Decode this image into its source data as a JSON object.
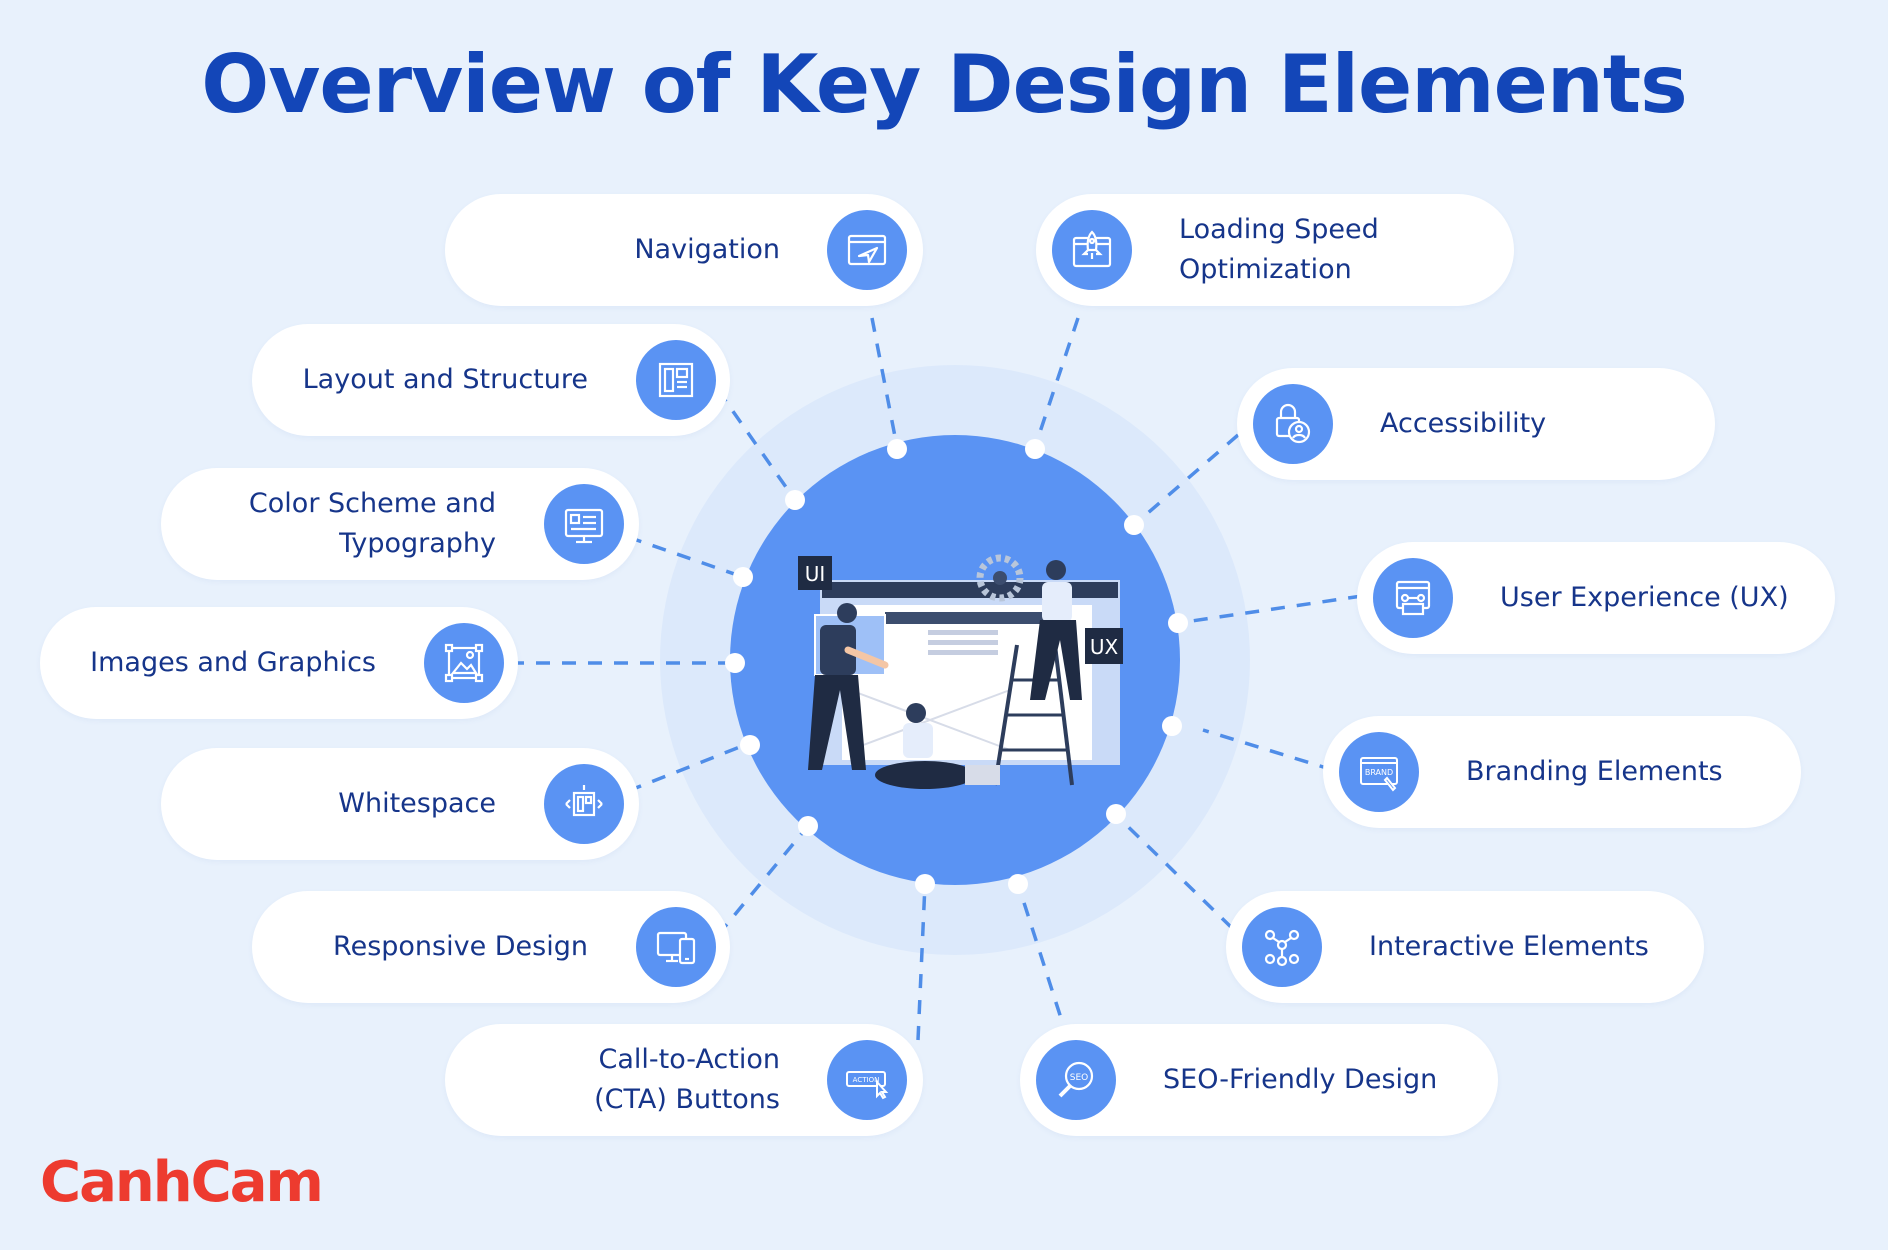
{
  "title": "Overview of Key Design Elements",
  "colors": {
    "background": "#e8f1fc",
    "title": "#1346b8",
    "accent": "#5a93f3",
    "label": "#16358a",
    "logo": "#ed3b2f"
  },
  "center": {
    "tag_ui": "UI",
    "tag_ux": "UX",
    "illustration": "designers-building-webpage"
  },
  "elements": {
    "navigation": {
      "label": "Navigation",
      "icon": "paper-plane-window-icon"
    },
    "layout": {
      "label": "Layout and Structure",
      "icon": "layout-grid-icon"
    },
    "color_typography": {
      "label_line1": "Color Scheme and",
      "label_line2": "Typography",
      "icon": "palette-monitor-icon"
    },
    "images": {
      "label": "Images and Graphics",
      "icon": "image-frame-icon"
    },
    "whitespace": {
      "label": "Whitespace",
      "icon": "whitespace-layout-icon"
    },
    "responsive": {
      "label": "Responsive Design",
      "icon": "devices-icon"
    },
    "cta": {
      "label_line1": "Call-to-Action",
      "label_line2": "(CTA) Buttons",
      "icon": "action-button-icon",
      "icon_text": "ACTION"
    },
    "loading": {
      "label_line1": "Loading Speed",
      "label_line2": "Optimization",
      "icon": "rocket-icon"
    },
    "accessibility": {
      "label": "Accessibility",
      "icon": "lock-user-icon"
    },
    "ux": {
      "label": "User Experience (UX)",
      "icon": "ux-flow-icon"
    },
    "branding": {
      "label": "Branding Elements",
      "icon": "brand-pen-icon",
      "icon_text": "BRAND"
    },
    "interactive": {
      "label": "Interactive Elements",
      "icon": "network-nodes-icon"
    },
    "seo": {
      "label": "SEO-Friendly Design",
      "icon": "seo-search-icon",
      "icon_text": "SEO"
    }
  },
  "logo": "CanhCam"
}
